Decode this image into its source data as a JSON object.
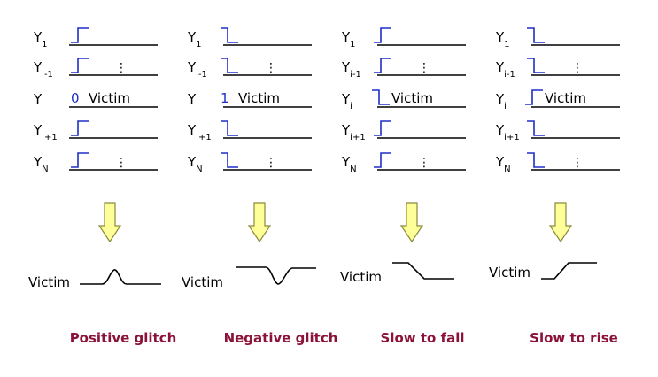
{
  "diagram": {
    "signals": [
      {
        "base": "Y",
        "sub": "1"
      },
      {
        "base": "Y",
        "sub": "i-1"
      },
      {
        "base": "Y",
        "sub": "i"
      },
      {
        "base": "Y",
        "sub": "i+1"
      },
      {
        "base": "Y",
        "sub": "N"
      }
    ],
    "victim_label": "Victim",
    "ellipsis": "⋮",
    "columns": [
      {
        "caption": "Positive glitch",
        "victim_value": "0",
        "aggressors": "rise",
        "victim_transition": "",
        "response": "positive-glitch"
      },
      {
        "caption": "Negative glitch",
        "victim_value": "1",
        "aggressors": "fall",
        "victim_transition": "",
        "response": "negative-glitch"
      },
      {
        "caption": "Slow to fall",
        "victim_value": "",
        "aggressors": "rise",
        "victim_transition": "fall",
        "response": "slow-fall"
      },
      {
        "caption": "Slow to rise",
        "victim_value": "",
        "aggressors": "fall",
        "victim_transition": "rise",
        "response": "slow-rise"
      }
    ],
    "colors": {
      "waveform": "#1f2ec8",
      "caption": "#8b1238",
      "arrow_fill": "#ffff99",
      "arrow_stroke": "#8a8a3a",
      "line": "#000000"
    }
  }
}
